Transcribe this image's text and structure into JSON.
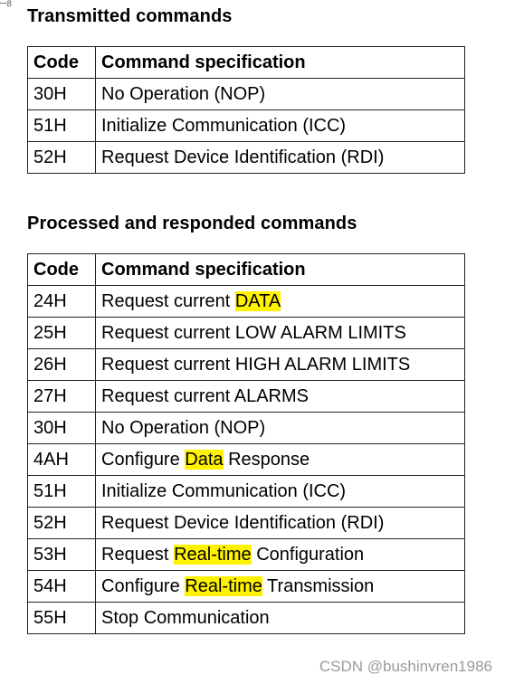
{
  "corner_mark": "ꟷ8",
  "colors": {
    "highlight": "#fff200",
    "border": "#222222",
    "watermark": "#9a9a9a"
  },
  "transmitted": {
    "title": "Transmitted commands",
    "headers": {
      "code": "Code",
      "spec": "Command specification"
    },
    "rows": [
      {
        "code": "30H",
        "spec": [
          {
            "text": "No Operation (NOP)"
          }
        ]
      },
      {
        "code": "51H",
        "spec": [
          {
            "text": "Initialize Communication (ICC)"
          }
        ]
      },
      {
        "code": "52H",
        "spec": [
          {
            "text": "Request Device Identification (RDI)"
          }
        ]
      }
    ]
  },
  "processed": {
    "title": "Processed and responded commands",
    "headers": {
      "code": "Code",
      "spec": "Command specification"
    },
    "rows": [
      {
        "code": "24H",
        "spec": [
          {
            "text": "Request current "
          },
          {
            "text": "DATA",
            "highlight": true
          }
        ]
      },
      {
        "code": "25H",
        "spec": [
          {
            "text": "Request current LOW ALARM LIMITS"
          }
        ]
      },
      {
        "code": "26H",
        "spec": [
          {
            "text": "Request current HIGH ALARM LIMITS"
          }
        ]
      },
      {
        "code": "27H",
        "spec": [
          {
            "text": "Request current ALARMS"
          }
        ]
      },
      {
        "code": "30H",
        "spec": [
          {
            "text": "No Operation (NOP)"
          }
        ]
      },
      {
        "code": "4AH",
        "spec": [
          {
            "text": "Configure "
          },
          {
            "text": "Data",
            "highlight": true
          },
          {
            "text": " Response"
          }
        ]
      },
      {
        "code": "51H",
        "spec": [
          {
            "text": "Initialize Communication (ICC)"
          }
        ]
      },
      {
        "code": "52H",
        "spec": [
          {
            "text": "Request Device Identification (RDI)"
          }
        ]
      },
      {
        "code": "53H",
        "spec": [
          {
            "text": "Request "
          },
          {
            "text": "Real-time",
            "highlight": true
          },
          {
            "text": " Configuration"
          }
        ]
      },
      {
        "code": "54H",
        "spec": [
          {
            "text": "Configure "
          },
          {
            "text": "Real-time",
            "highlight": true
          },
          {
            "text": " Transmission"
          }
        ]
      },
      {
        "code": "55H",
        "spec": [
          {
            "text": "Stop Communication"
          }
        ]
      }
    ]
  },
  "watermark": "CSDN @bushinvren1986"
}
